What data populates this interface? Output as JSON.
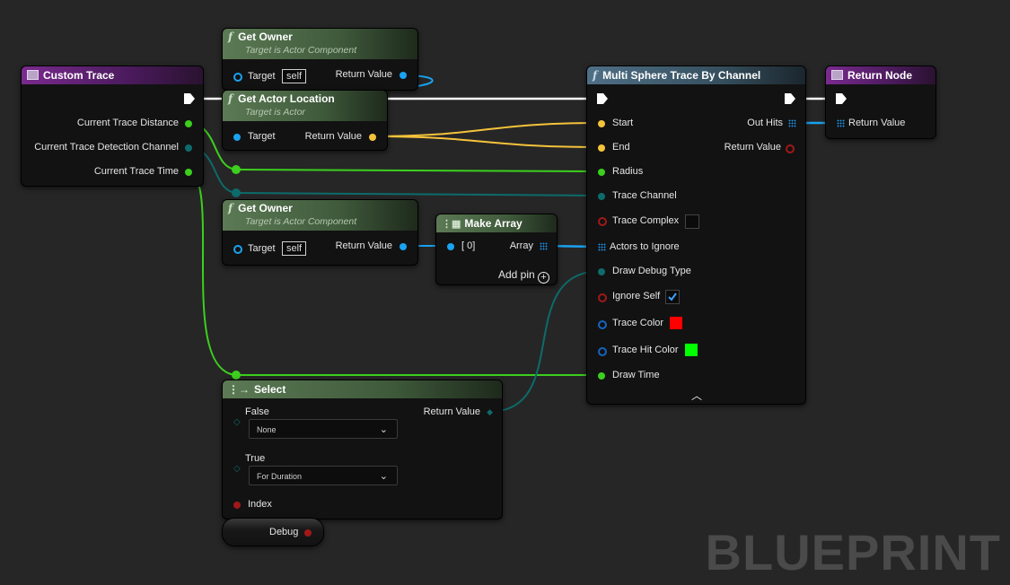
{
  "watermark": "BLUEPRINT",
  "nodes": {
    "custom_trace": {
      "title": "Custom Trace",
      "outputs": [
        "Current Trace Distance",
        "Current Trace Detection Channel",
        "Current Trace Time"
      ]
    },
    "get_owner_1": {
      "title": "Get Owner",
      "subtitle": "Target is Actor Component",
      "target_label": "Target",
      "target_value": "self",
      "return_label": "Return Value"
    },
    "get_actor_location": {
      "title": "Get Actor Location",
      "subtitle": "Target is Actor",
      "target_label": "Target",
      "return_label": "Return Value"
    },
    "get_owner_2": {
      "title": "Get Owner",
      "subtitle": "Target is Actor Component",
      "target_label": "Target",
      "target_value": "self",
      "return_label": "Return Value"
    },
    "make_array": {
      "title": "Make Array",
      "input_label": "[ 0]",
      "array_label": "Array",
      "add_pin": "Add pin"
    },
    "multi_sphere": {
      "title": "Multi Sphere Trace By Channel",
      "inputs": [
        "Start",
        "End",
        "Radius",
        "Trace Channel",
        "Trace Complex",
        "Actors to Ignore",
        "Draw Debug Type",
        "Ignore Self",
        "Trace Color",
        "Trace Hit Color",
        "Draw Time"
      ],
      "outputs": [
        "Out Hits",
        "Return Value"
      ],
      "trace_color": "#ff0000",
      "trace_hit_color": "#00ff00"
    },
    "return_node": {
      "title": "Return Node",
      "input_label": "Return Value"
    },
    "select": {
      "title": "Select",
      "false_label": "False",
      "false_value": "None",
      "true_label": "True",
      "true_value": "For Duration",
      "index_label": "Index",
      "return_label": "Return Value"
    },
    "debug": {
      "title": "Debug"
    }
  },
  "colors": {
    "exec": "#ffffff",
    "float": "#3ccf1e",
    "byte": "#0d6b6b",
    "object": "#1aa3f0",
    "vector": "#f5c33b",
    "bool": "#a11818"
  }
}
